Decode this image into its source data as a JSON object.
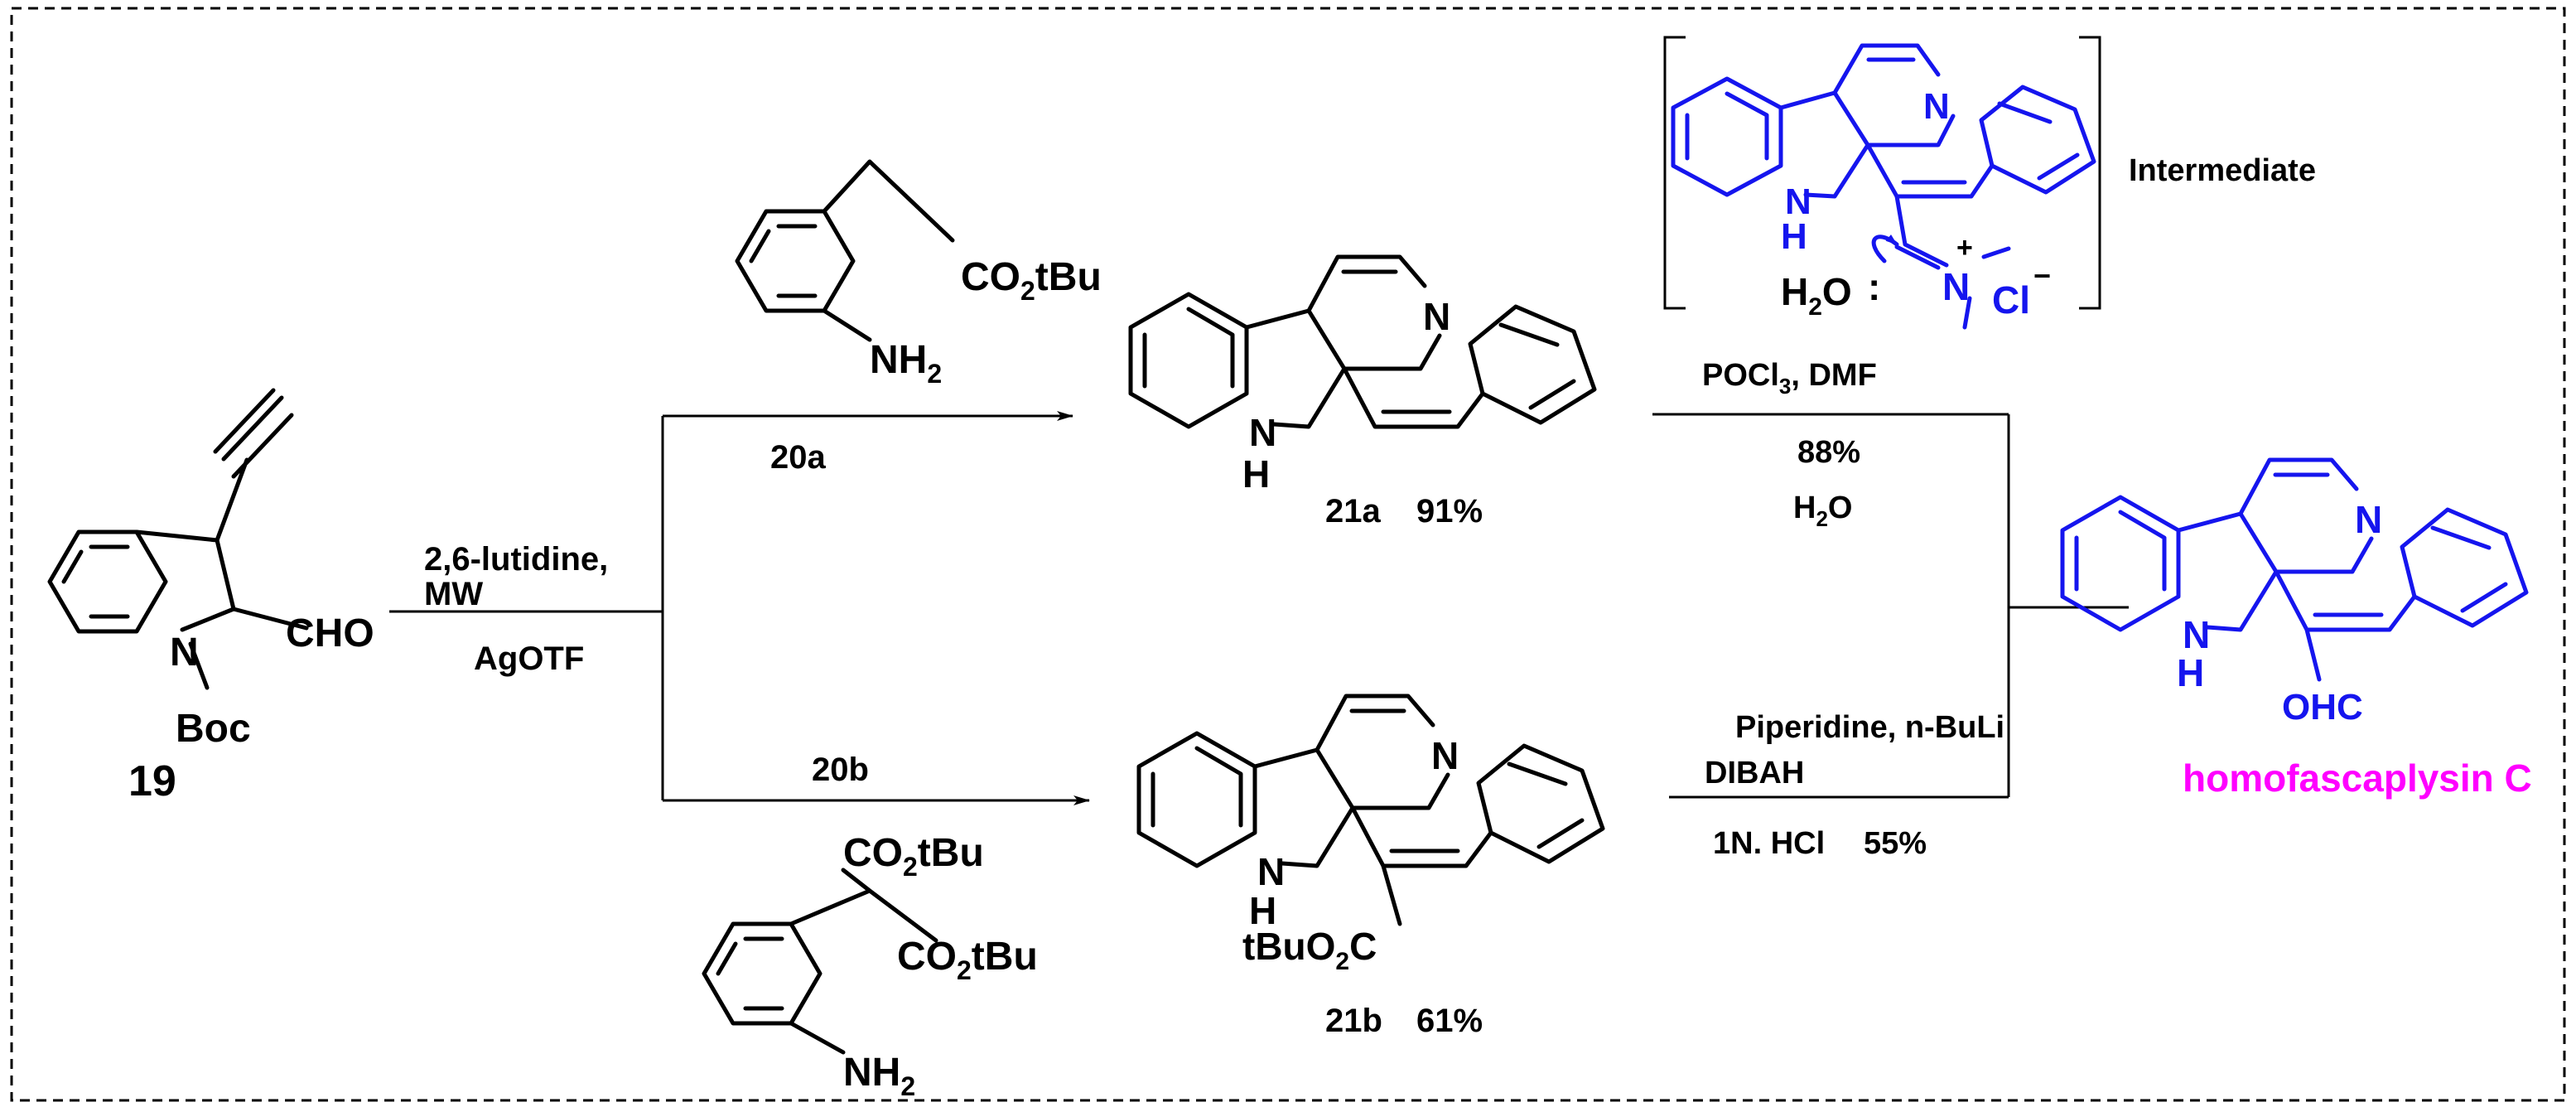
{
  "colors": {
    "black": "#000000",
    "blue": "#1515ee",
    "pink": "#ff00ff"
  },
  "compound_19": {
    "number": "19",
    "substituent_cho": "CHO",
    "atom_n": "N",
    "protecting_group": "Boc"
  },
  "step1": {
    "reagents_top_line1": "2,6-lutidine,",
    "reagents_top_line2": "MW",
    "reagents_bottom": "AgOTF"
  },
  "reagent_20a": {
    "label": "20a",
    "ester": "CO",
    "ester_sub": "2",
    "ester_tail": "tBu",
    "amine": "NH",
    "amine_sub": "2"
  },
  "reagent_20b": {
    "label": "20b",
    "ester": "CO",
    "ester_sub": "2",
    "ester_tail": "tBu",
    "amine": "NH",
    "amine_sub": "2"
  },
  "product_21a": {
    "label": "21a",
    "yield": "91%",
    "atom_n": "N",
    "atom_nh_n": "N",
    "atom_nh_h": "H"
  },
  "product_21b": {
    "label": "21b",
    "yield": "61%",
    "atom_n": "N",
    "atom_nh_n": "N",
    "atom_nh_h": "H",
    "ester_head": "tBuO",
    "ester_sub": "2",
    "ester_tail": "C"
  },
  "step2_top": {
    "reagent_a": "POCl",
    "reagent_a_sub": "3",
    "reagent_a_tail": ", DMF",
    "yield": "88%",
    "water": "H",
    "water_sub": "2",
    "water_tail": "O"
  },
  "step2_bottom": {
    "reagents_line1": "Piperidine, n-BuLi",
    "reagents_line2": "DIBAH",
    "reagents_line3": "1N. HCl",
    "yield": "55%"
  },
  "intermediate": {
    "label": "Intermediate",
    "atom_n": "N",
    "atom_nh_n": "N",
    "atom_nh_h": "H",
    "water": "H",
    "water_sub": "2",
    "water_tail": "O",
    "colon": ":",
    "iminium_n": "N",
    "plus": "+",
    "chloride": "Cl",
    "minus": "−"
  },
  "final_product": {
    "name": "homofascaplysin C",
    "aldehyde": "OHC",
    "atom_n": "N",
    "atom_nh_n": "N",
    "atom_nh_h": "H"
  }
}
